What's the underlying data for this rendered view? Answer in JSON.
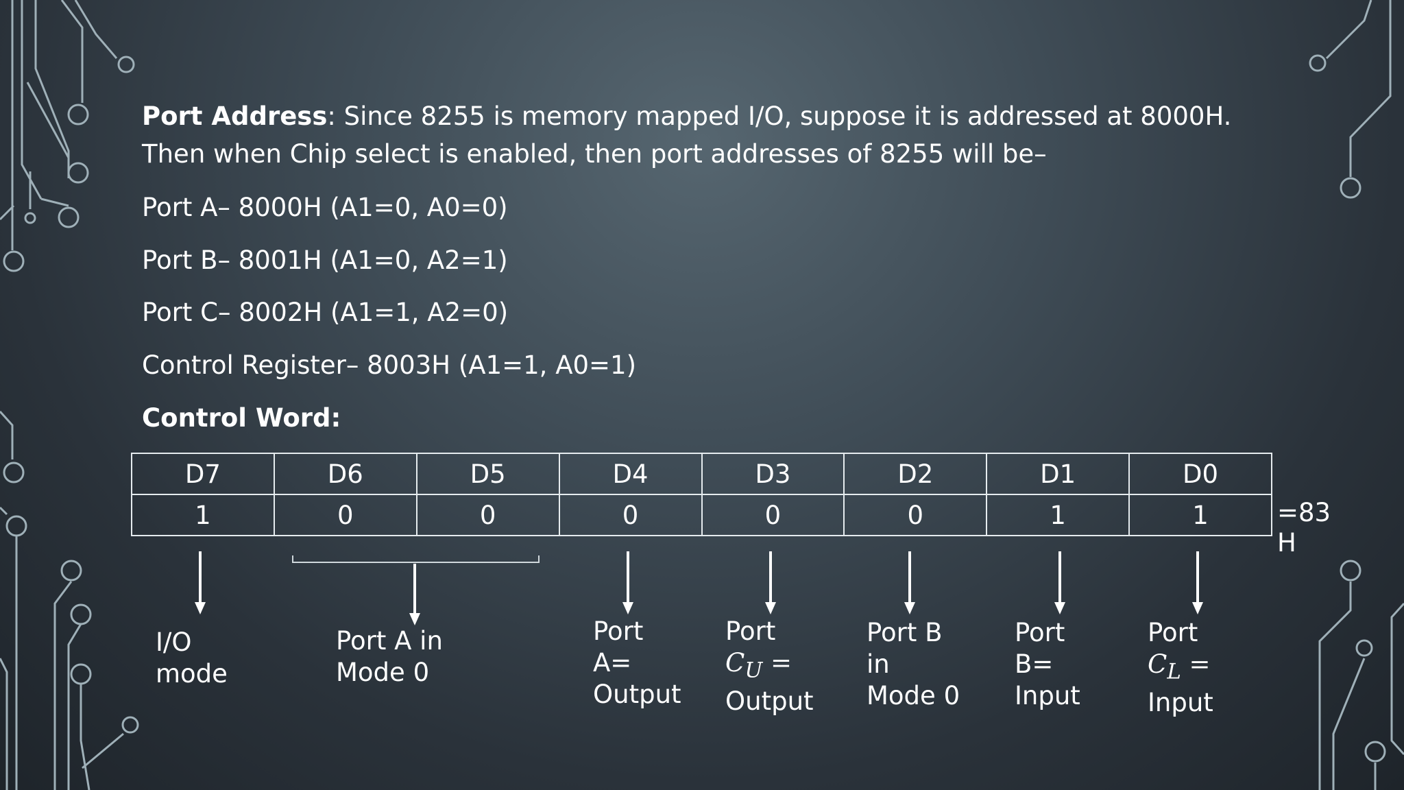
{
  "intro": {
    "label": "Port Address",
    "line1_rest": ": Since 8255 is memory mapped I/O, suppose it is addressed at 8000H.",
    "line2": "Then when Chip select is enabled, then port addresses of 8255 will be–"
  },
  "ports": {
    "a": "Port A– 8000H (A1=0, A0=0)",
    "b": "Port B– 8001H (A1=0, A2=1)",
    "c": "Port C– 8002H (A1=1, A2=0)",
    "control": "Control Register– 8003H (A1=1, A0=1)"
  },
  "control_word_title": "Control Word:",
  "table": {
    "headers": [
      "D7",
      "D6",
      "D5",
      "D4",
      "D3",
      "D2",
      "D1",
      "D0"
    ],
    "values": [
      "1",
      "0",
      "0",
      "0",
      "0",
      "0",
      "1",
      "1"
    ]
  },
  "result": {
    "line1": "=83",
    "line2": "H"
  },
  "descriptions": {
    "d7": [
      "I/O",
      "mode"
    ],
    "d6d5": [
      "Port A in",
      "Mode 0"
    ],
    "d4": [
      "Port",
      "A=",
      "Output"
    ],
    "d3": {
      "line1": "Port",
      "math_var": "C",
      "math_sub": "U",
      "math_op": " =",
      "line3": "Output"
    },
    "d2": [
      "Port B",
      "in",
      "Mode 0"
    ],
    "d1": [
      "Port",
      "B=",
      "Input"
    ],
    "d0": {
      "line1": "Port",
      "math_var": "C",
      "math_sub": "L",
      "math_op": " =",
      "line3": "Input"
    }
  }
}
